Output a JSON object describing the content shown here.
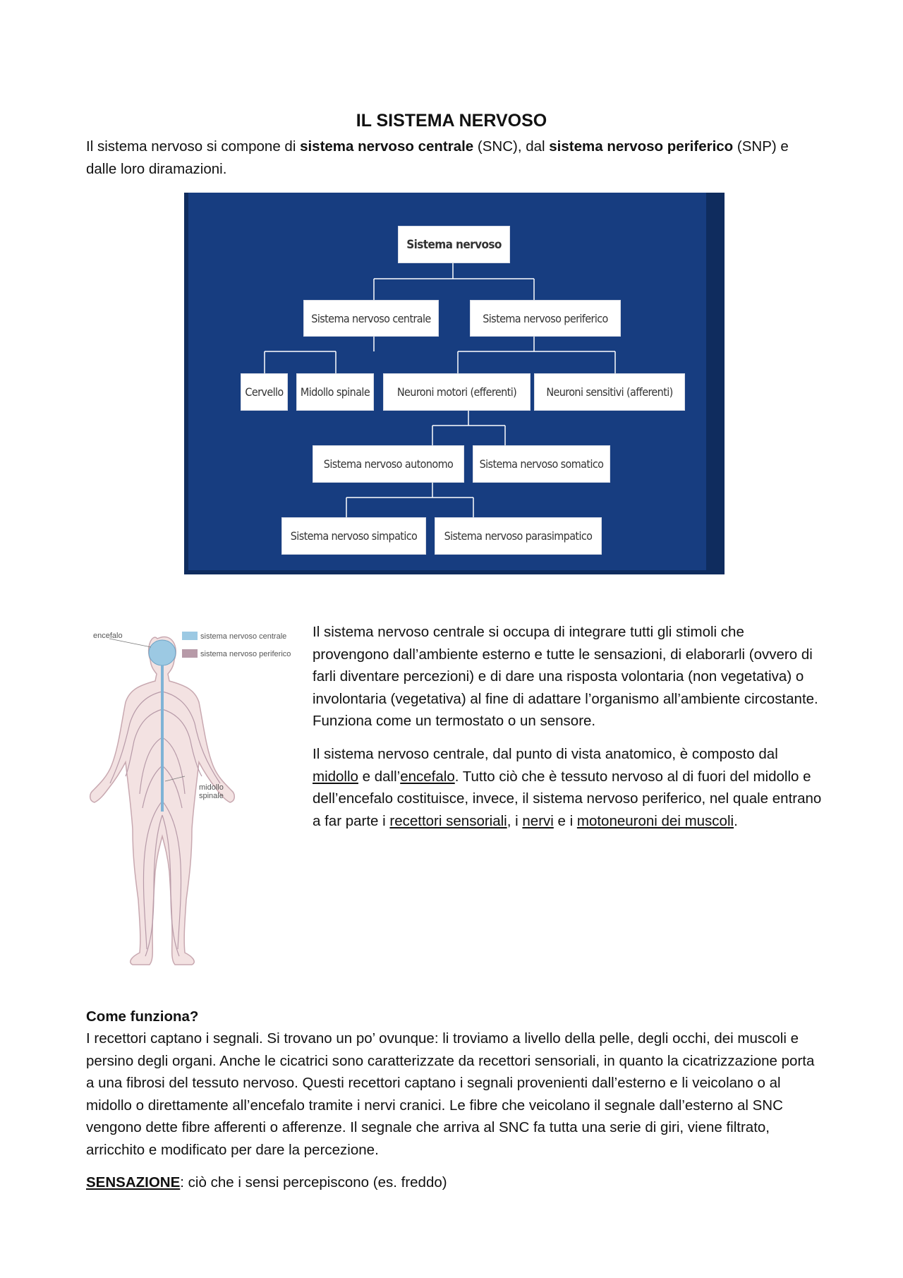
{
  "title": "IL SISTEMA NERVOSO",
  "intro": {
    "t1": "Il sistema nervoso si compone di ",
    "b1": "sistema nervoso centrale",
    "t2": " (SNC), dal ",
    "b2": "sistema nervoso periferico",
    "t3": " (SNP) e",
    "line2": "dalle loro diramazioni."
  },
  "diagram": {
    "root": "Sistema nervoso",
    "central": "Sistema nervoso centrale",
    "peripheral": "Sistema nervoso periferico",
    "brain": "Cervello",
    "spinal": "Midollo spinale",
    "motor": "Neuroni motori (efferenti)",
    "sensory": "Neuroni sensitivi (afferenti)",
    "autonomic": "Sistema nervoso autonomo",
    "somatic": "Sistema nervoso somatico",
    "sympathetic": "Sistema nervoso simpatico",
    "parasympathetic": "Sistema nervoso parasimpatico",
    "colors": {
      "background": "#173d80",
      "box": "#ffffff",
      "line": "#ffffff"
    }
  },
  "figure": {
    "label_encefalo": "encefalo",
    "legend_central": "sistema nervoso centrale",
    "legend_peripheral": "sistema nervoso periferico",
    "label_midollo_1": "midollo",
    "label_midollo_2": "spinale",
    "colors": {
      "central": "#9cc9e3",
      "peripheral": "#b79aa8"
    }
  },
  "snc_paragraph": " Il sistema nervoso centrale si occupa di integrare tutti gli stimoli che provengono dall’ambiente esterno e tutte le sensazioni, di elaborarli (ovvero di farli diventare percezioni) e di dare una risposta volontaria (non vegetativa) o involontaria (vegetativa) al fine di adattare l’organismo all’ambiente circostante. Funziona come un termostato o un sensore.",
  "anatomy": {
    "t1": "Il sistema nervoso centrale, dal punto di vista anatomico, è composto dal ",
    "u_midollo": "midollo",
    "t2": " e dall’",
    "u_encefalo": "encefalo",
    "t3": ". Tutto ciò che è tessuto nervoso al di fuori del midollo e dell’encefalo costituisce, invece, il sistema nervoso periferico, nel quale entrano a far parte i ",
    "u_recettori": "recettori sensoriali",
    "t4": ", i ",
    "u_nervi": "nervi",
    "t5": " e i ",
    "u_motoneuroni": "motoneuroni dei muscoli",
    "t6": "."
  },
  "how": {
    "heading": "Come funziona?",
    "text": "I recettori captano i segnali. Si trovano un po’ ovunque: li troviamo a livello della pelle, degli occhi, dei muscoli e persino degli organi. Anche le cicatrici sono caratterizzate da recettori sensoriali, in quanto la cicatrizzazione porta a una fibrosi del tessuto nervoso. Questi recettori captano i segnali provenienti dall’esterno e li veicolano o al midollo o direttamente all’encefalo tramite i nervi cranici. Le fibre che veicolano il segnale dall’esterno al SNC vengono dette fibre afferenti o afferenze. Il segnale che arriva al SNC fa tutta una serie di giri, viene filtrato, arricchito e modificato per dare la percezione."
  },
  "sensazione": {
    "term": "SENSAZIONE",
    "rest": ": ciò che i sensi percepiscono (es. freddo)"
  }
}
